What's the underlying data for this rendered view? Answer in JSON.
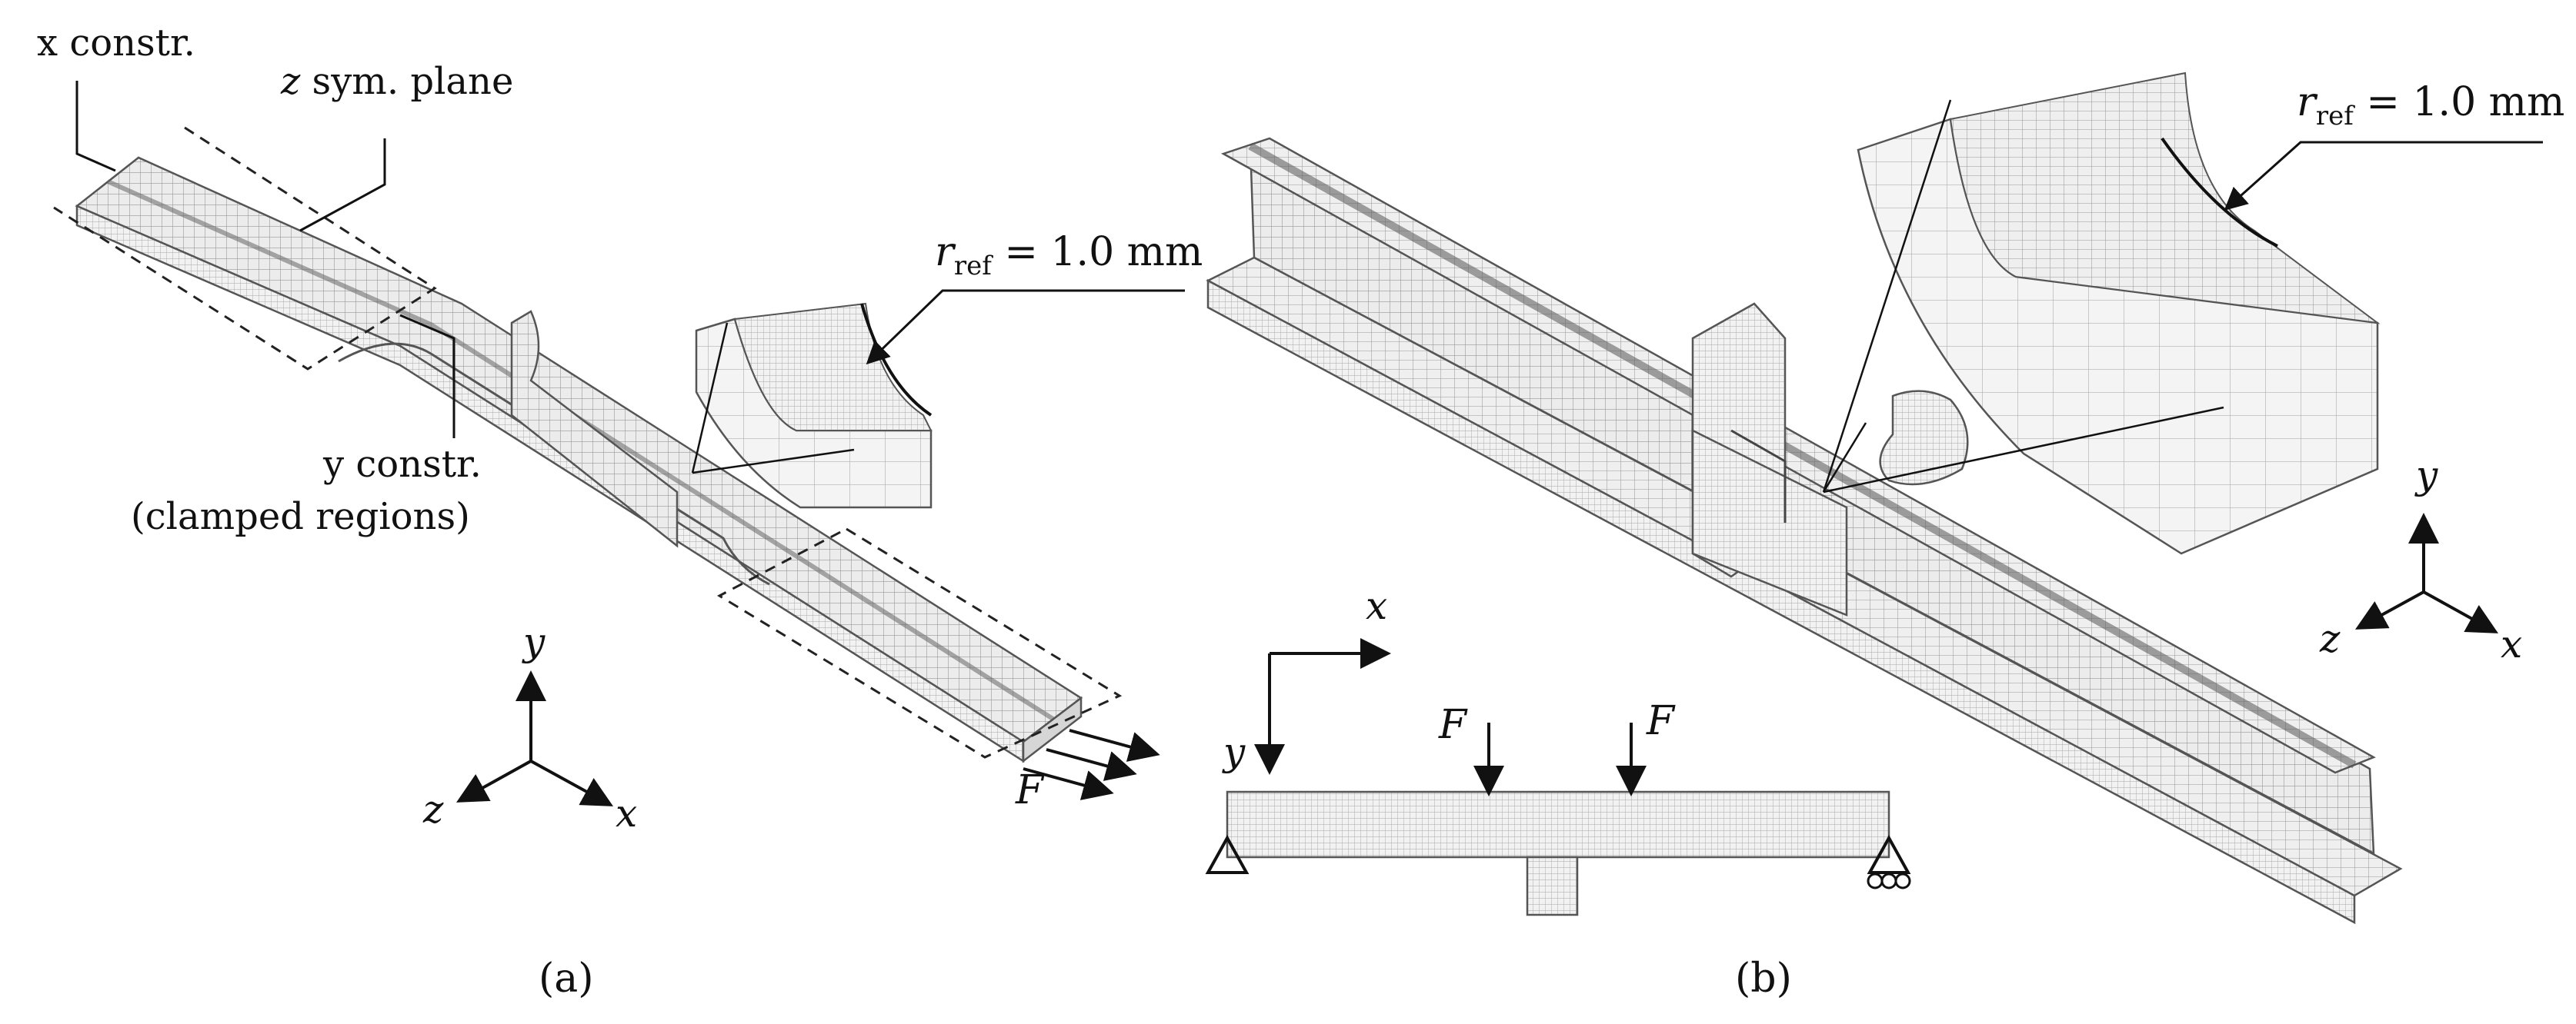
{
  "panel_a": {
    "x_constr": "x constr.",
    "z_var": "z",
    "sym_plane": " sym. plane",
    "y_constr_line1": "y constr.",
    "y_constr_line2": "(clamped regions)",
    "r_var": "r",
    "r_sub": "ref",
    "r_value": " = 1.0 mm",
    "force": "F",
    "axis_y": "y",
    "axis_z": "z",
    "axis_x": "x",
    "caption": "(a)"
  },
  "panel_b": {
    "r_var": "r",
    "r_sub": "ref",
    "r_value": " = 1.0 mm",
    "axis_y": "y",
    "axis_z": "z",
    "axis_x": "x",
    "beam_axis_x": "x",
    "beam_axis_y": "y",
    "force_left": "F",
    "force_right": "F",
    "caption": "(b)"
  },
  "colors": {
    "mesh_face": "#e9e9e9",
    "mesh_face_dark": "#cfcfcf",
    "mesh_line": "#8a8a8a",
    "ink": "#111111"
  }
}
